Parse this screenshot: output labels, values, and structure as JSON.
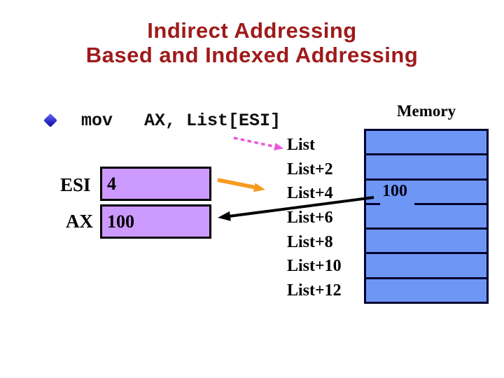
{
  "title": {
    "line1": "Indirect Addressing",
    "line2": "Based and Indexed Addressing"
  },
  "bullet": {
    "instruction": "mov   AX, List[ESI]"
  },
  "registers": {
    "esi": {
      "name": "ESI",
      "value": "4"
    },
    "ax": {
      "name": "AX",
      "value": "100"
    }
  },
  "memory": {
    "label": "Memory",
    "address_labels": [
      "List",
      "List+2",
      "List+4",
      "List+6",
      "List+8",
      "List+10",
      "List+12"
    ],
    "cells": [
      "",
      "",
      "100",
      "",
      "",
      "",
      ""
    ]
  },
  "icons": {
    "bullet": "diamond-bullet-icon"
  },
  "colors": {
    "background": "#FFFFFF",
    "title_red": "#9E1A1A",
    "register_box_fill": "#CC99FF",
    "memory_fill": "#6E96F5",
    "memory_border": "#000030",
    "bullet_blue": "#1B1BB4",
    "arrow_orange": "#F79A1F",
    "arrow_black": "#000000",
    "arrow_pink": "#EE55DD"
  }
}
